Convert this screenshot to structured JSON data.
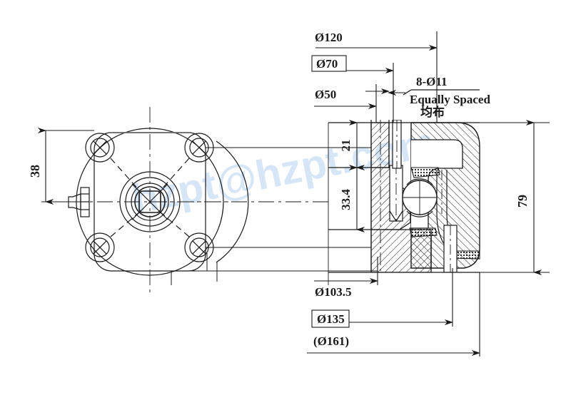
{
  "drawing": {
    "type": "engineering-cross-section",
    "description": "Slewing bearing / gearbox flange technical drawing with front view and sectional view",
    "watermark": "hzpt@hzpt.com",
    "watermark_color": "#d7e6f7",
    "line_color": "#1a1a1a",
    "background": "#ffffff"
  },
  "dimensions": {
    "top": [
      {
        "id": "d120",
        "label": "Ø120",
        "boxed": false
      },
      {
        "id": "d70",
        "label": "Ø70",
        "boxed": true
      },
      {
        "id": "d50",
        "label": "Ø50",
        "boxed": false
      }
    ],
    "bottom": [
      {
        "id": "d1035",
        "label": "Ø103.5",
        "boxed": false
      },
      {
        "id": "d135",
        "label": "Ø135",
        "boxed": true
      },
      {
        "id": "d161",
        "label": "(Ø161)",
        "boxed": false
      }
    ],
    "left": [
      {
        "id": "h38",
        "label": "38",
        "rotated": true
      }
    ],
    "right": [
      {
        "id": "h79",
        "label": "79",
        "rotated": true
      }
    ],
    "section": [
      {
        "id": "h21",
        "label": "21",
        "rotated": true
      },
      {
        "id": "h334",
        "label": "33.4",
        "rotated": true
      }
    ]
  },
  "notes": {
    "hole_callout": "8-Ø11",
    "hole_note_en": "Equally Spaced",
    "hole_note_cn": "均布"
  }
}
